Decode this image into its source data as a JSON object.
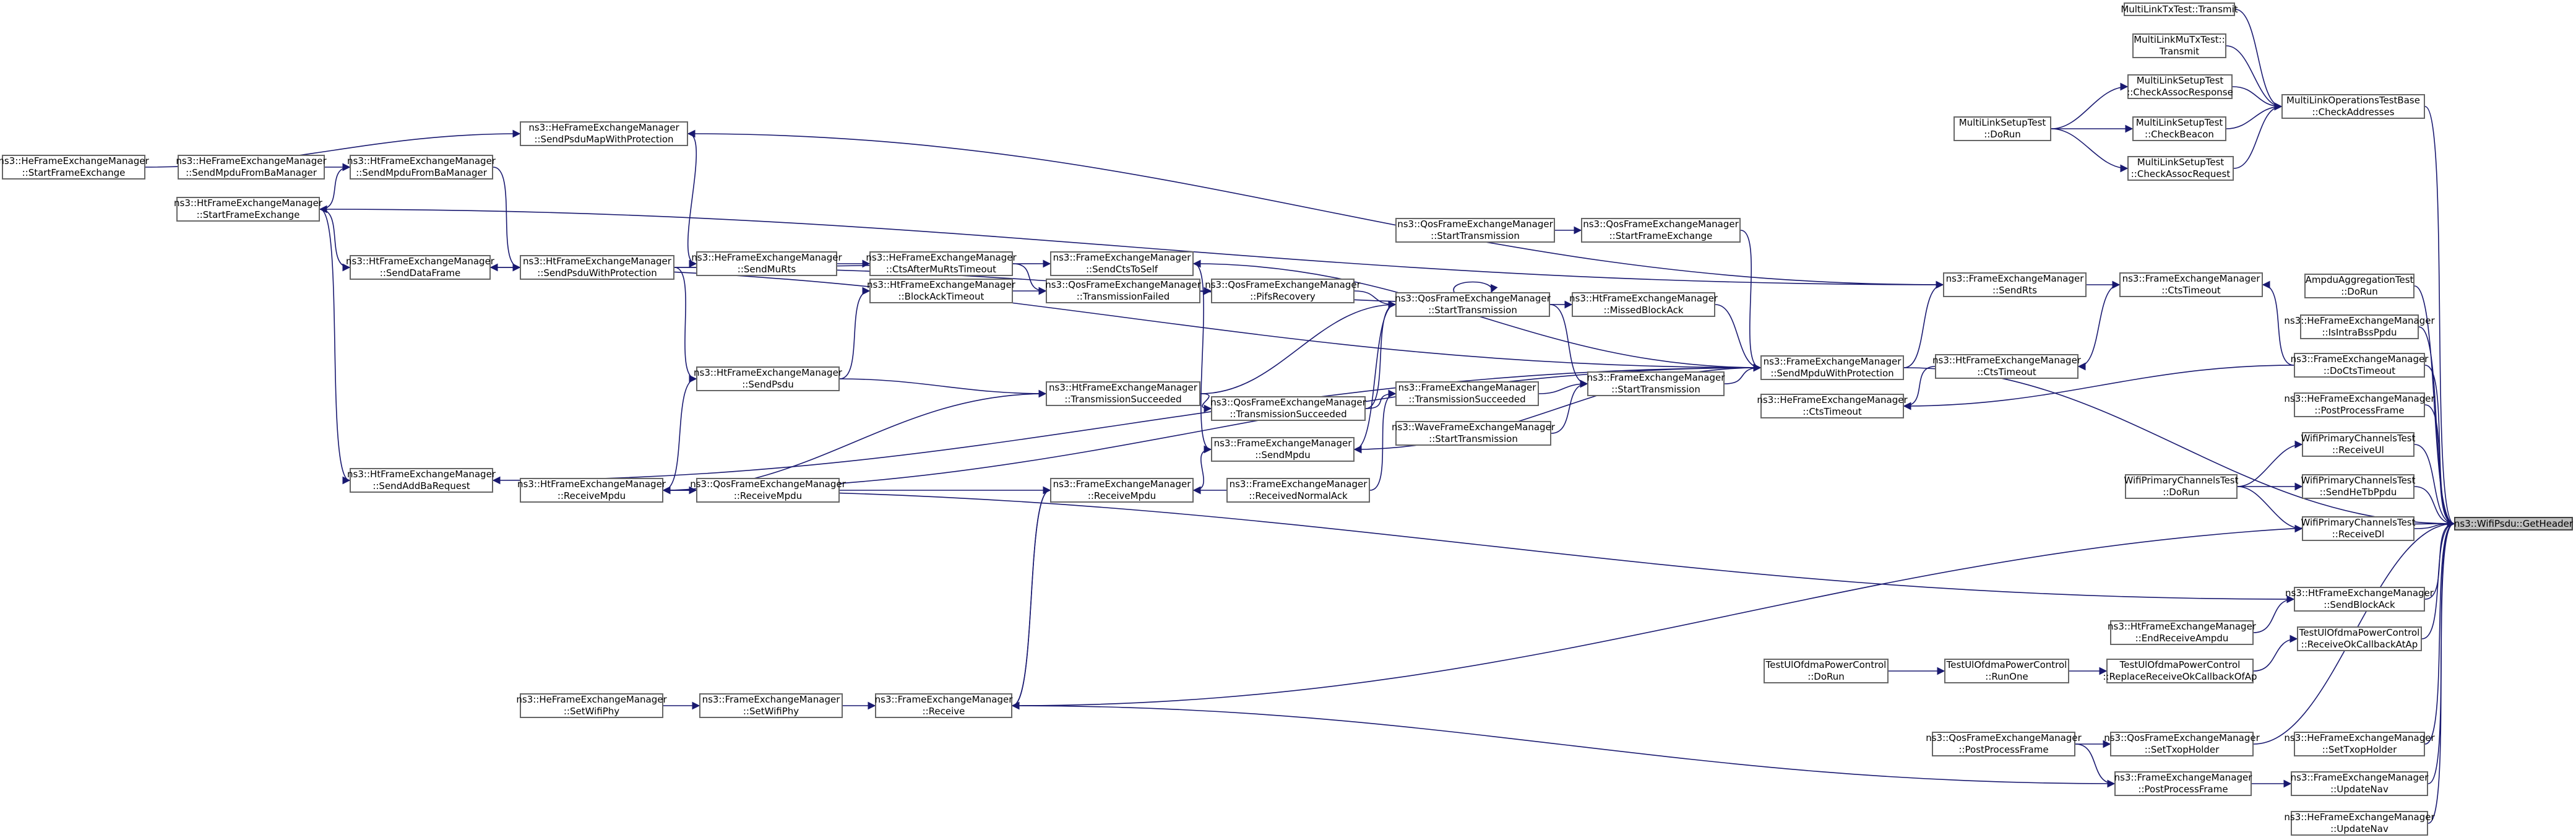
{
  "diagram": {
    "type": "call-graph",
    "root": "gethdr",
    "nodes": [
      {
        "id": "gethdr",
        "lines": [
          "ns3::WifiPsdu::GetHeader"
        ]
      },
      {
        "id": "mlotx",
        "lines": [
          "MultiLinkTxTest::Transmit"
        ]
      },
      {
        "id": "mlmutx",
        "lines": [
          "MultiLinkMuTxTest::",
          "Transmit"
        ]
      },
      {
        "id": "mlsassocresp",
        "lines": [
          "MultiLinkSetupTest",
          "::CheckAssocResponse"
        ]
      },
      {
        "id": "mlsdorun",
        "lines": [
          "MultiLinkSetupTest",
          "::DoRun"
        ]
      },
      {
        "id": "mlsbeacon",
        "lines": [
          "MultiLinkSetupTest",
          "::CheckBeacon"
        ]
      },
      {
        "id": "mlsassocreq",
        "lines": [
          "MultiLinkSetupTest",
          "::CheckAssocRequest"
        ]
      },
      {
        "id": "mlocheck",
        "lines": [
          "MultiLinkOperationsTestBase",
          "::CheckAddresses"
        ]
      },
      {
        "id": "heStartFe",
        "lines": [
          "ns3::HeFrameExchangeManager",
          "::StartFrameExchange"
        ]
      },
      {
        "id": "heSendMpduBa",
        "lines": [
          "ns3::HeFrameExchangeManager",
          "::SendMpduFromBaManager"
        ]
      },
      {
        "id": "htSendMpduBa",
        "lines": [
          "ns3::HtFrameExchangeManager",
          "::SendMpduFromBaManager"
        ]
      },
      {
        "id": "htStartFe",
        "lines": [
          "ns3::HtFrameExchangeManager",
          "::StartFrameExchange"
        ]
      },
      {
        "id": "heSendPsduMap",
        "lines": [
          "ns3::HeFrameExchangeManager",
          "::SendPsduMapWithProtection"
        ]
      },
      {
        "id": "htSendDataFrame",
        "lines": [
          "ns3::HtFrameExchangeManager",
          "::SendDataFrame"
        ]
      },
      {
        "id": "htSendPsduProt",
        "lines": [
          "ns3::HtFrameExchangeManager",
          "::SendPsduWithProtection"
        ]
      },
      {
        "id": "heSendMuRts",
        "lines": [
          "ns3::HeFrameExchangeManager",
          "::SendMuRts"
        ]
      },
      {
        "id": "heCtsAfterMuRts",
        "lines": [
          "ns3::HeFrameExchangeManager",
          "::CtsAfterMuRtsTimeout"
        ]
      },
      {
        "id": "feSendCtsToSelf",
        "lines": [
          "ns3::FrameExchangeManager",
          "::SendCtsToSelf"
        ]
      },
      {
        "id": "qosStartTx1",
        "lines": [
          "ns3::QosFrameExchangeManager",
          "::StartTransmission"
        ]
      },
      {
        "id": "qosStartFe",
        "lines": [
          "ns3::QosFrameExchangeManager",
          "::StartFrameExchange"
        ]
      },
      {
        "id": "htMissedBlockAck",
        "lines": [
          "ns3::HtFrameExchangeManager",
          "::MissedBlockAck"
        ]
      },
      {
        "id": "htBlockAckTimeout",
        "lines": [
          "ns3::HtFrameExchangeManager",
          "::BlockAckTimeout"
        ]
      },
      {
        "id": "qosTxFailed",
        "lines": [
          "ns3::QosFrameExchangeManager",
          "::TransmissionFailed"
        ]
      },
      {
        "id": "qosPifs",
        "lines": [
          "ns3::QosFrameExchangeManager",
          "::PifsRecovery"
        ]
      },
      {
        "id": "qosStartTx2",
        "lines": [
          "ns3::QosFrameExchangeManager",
          "::StartTransmission"
        ]
      },
      {
        "id": "htSendPsdu",
        "lines": [
          "ns3::HtFrameExchangeManager",
          "::SendPsdu"
        ]
      },
      {
        "id": "htTxSucceeded",
        "lines": [
          "ns3::HtFrameExchangeManager",
          "::TransmissionSucceeded"
        ]
      },
      {
        "id": "qosTxSucceeded",
        "lines": [
          "ns3::QosFrameExchangeManager",
          "::TransmissionSucceeded"
        ]
      },
      {
        "id": "feTxSucceeded",
        "lines": [
          "ns3::FrameExchangeManager",
          "::TransmissionSucceeded"
        ]
      },
      {
        "id": "feStartTx",
        "lines": [
          "ns3::FrameExchangeManager",
          "::StartTransmission"
        ]
      },
      {
        "id": "waveStartTx",
        "lines": [
          "ns3::WaveFrameExchangeManager",
          "::StartTransmission"
        ]
      },
      {
        "id": "feSendMpdu",
        "lines": [
          "ns3::FrameExchangeManager",
          "::SendMpdu"
        ]
      },
      {
        "id": "htSendAddBa",
        "lines": [
          "ns3::HtFrameExchangeManager",
          "::SendAddBaRequest"
        ]
      },
      {
        "id": "htReceiveMpdu",
        "lines": [
          "ns3::HtFrameExchangeManager",
          "::ReceiveMpdu"
        ]
      },
      {
        "id": "qosReceiveMpdu",
        "lines": [
          "ns3::QosFrameExchangeManager",
          "::ReceiveMpdu"
        ]
      },
      {
        "id": "feReceiveMpdu",
        "lines": [
          "ns3::FrameExchangeManager",
          "::ReceiveMpdu"
        ]
      },
      {
        "id": "feReceivedNormalAck",
        "lines": [
          "ns3::FrameExchangeManager",
          "::ReceivedNormalAck"
        ]
      },
      {
        "id": "feSendMpduProt",
        "lines": [
          "ns3::FrameExchangeManager",
          "::SendMpduWithProtection"
        ]
      },
      {
        "id": "heCtsTimeout",
        "lines": [
          "ns3::HeFrameExchangeManager",
          "::CtsTimeout"
        ]
      },
      {
        "id": "feSendRts",
        "lines": [
          "ns3::FrameExchangeManager",
          "::SendRts"
        ]
      },
      {
        "id": "htCtsTimeout",
        "lines": [
          "ns3::HtFrameExchangeManager",
          "::CtsTimeout"
        ]
      },
      {
        "id": "feCtsTimeout",
        "lines": [
          "ns3::FrameExchangeManager",
          "::CtsTimeout"
        ]
      },
      {
        "id": "ampduDoRun",
        "lines": [
          "AmpduAggregationTest",
          "::DoRun"
        ]
      },
      {
        "id": "heIsIntraBss",
        "lines": [
          "ns3::HeFrameExchangeManager",
          "::IsIntraBssPpdu"
        ]
      },
      {
        "id": "feDoCtsTimeout",
        "lines": [
          "ns3::FrameExchangeManager",
          "::DoCtsTimeout"
        ]
      },
      {
        "id": "hePostProcess",
        "lines": [
          "ns3::HeFrameExchangeManager",
          "::PostProcessFrame"
        ]
      },
      {
        "id": "wpcReceiveUl",
        "lines": [
          "WifiPrimaryChannelsTest",
          "::ReceiveUl"
        ]
      },
      {
        "id": "wpcDoRun",
        "lines": [
          "WifiPrimaryChannelsTest",
          "::DoRun"
        ]
      },
      {
        "id": "wpcSendHeTb",
        "lines": [
          "WifiPrimaryChannelsTest",
          "::SendHeTbPpdu"
        ]
      },
      {
        "id": "wpcReceiveDl",
        "lines": [
          "WifiPrimaryChannelsTest",
          "::ReceiveDl"
        ]
      },
      {
        "id": "htSendBlockAck",
        "lines": [
          "ns3::HtFrameExchangeManager",
          "::SendBlockAck"
        ]
      },
      {
        "id": "htEndReceiveAmpdu",
        "lines": [
          "ns3::HtFrameExchangeManager",
          "::EndReceiveAmpdu"
        ]
      },
      {
        "id": "tulReceiveOk",
        "lines": [
          "TestUlOfdmaPowerControl",
          "::ReceiveOkCallbackAtAp"
        ]
      },
      {
        "id": "tulDoRun",
        "lines": [
          "TestUlOfdmaPowerControl",
          "::DoRun"
        ]
      },
      {
        "id": "tulRunOne",
        "lines": [
          "TestUlOfdmaPowerControl",
          "::RunOne"
        ]
      },
      {
        "id": "tulReplace",
        "lines": [
          "TestUlOfdmaPowerControl",
          "::ReplaceReceiveOkCallbackOfAp"
        ]
      },
      {
        "id": "heSetWifiPhy",
        "lines": [
          "ns3::HeFrameExchangeManager",
          "::SetWifiPhy"
        ]
      },
      {
        "id": "feSetWifiPhy",
        "lines": [
          "ns3::FrameExchangeManager",
          "::SetWifiPhy"
        ]
      },
      {
        "id": "feReceive",
        "lines": [
          "ns3::FrameExchangeManager",
          "::Receive"
        ]
      },
      {
        "id": "qosPostProcess",
        "lines": [
          "ns3::QosFrameExchangeManager",
          "::PostProcessFrame"
        ]
      },
      {
        "id": "qosSetTxop",
        "lines": [
          "ns3::QosFrameExchangeManager",
          "::SetTxopHolder"
        ]
      },
      {
        "id": "heSetTxop",
        "lines": [
          "ns3::HeFrameExchangeManager",
          "::SetTxopHolder"
        ]
      },
      {
        "id": "fePostProcess",
        "lines": [
          "ns3::FrameExchangeManager",
          "::PostProcessFrame"
        ]
      },
      {
        "id": "feUpdateNav",
        "lines": [
          "ns3::FrameExchangeManager",
          "::UpdateNav"
        ]
      },
      {
        "id": "heUpdateNav",
        "lines": [
          "ns3::HeFrameExchangeManager",
          "::UpdateNav"
        ]
      }
    ],
    "edges": [
      [
        "mlotx",
        "mlocheck"
      ],
      [
        "mlmutx",
        "mlocheck"
      ],
      [
        "mlsassocresp",
        "mlocheck"
      ],
      [
        "mlsbeacon",
        "mlocheck"
      ],
      [
        "mlsassocreq",
        "mlocheck"
      ],
      [
        "mlsdorun",
        "mlsassocresp"
      ],
      [
        "mlsdorun",
        "mlsbeacon"
      ],
      [
        "mlsdorun",
        "mlsassocreq"
      ],
      [
        "mlocheck",
        "gethdr"
      ],
      [
        "heSendMpduBa",
        "htSendMpduBa"
      ],
      [
        "htStartFe",
        "htSendMpduBa"
      ],
      [
        "heStartFe",
        "heSendPsduMap"
      ],
      [
        "htSendMpduBa",
        "htSendPsduProt"
      ],
      [
        "htStartFe",
        "htSendDataFrame"
      ],
      [
        "htStartFe",
        "htSendAddBa"
      ],
      [
        "htSendDataFrame",
        "htSendPsduProt"
      ],
      [
        "heSendPsduMap",
        "heSendMuRts"
      ],
      [
        "heSendMuRts",
        "heCtsAfterMuRts"
      ],
      [
        "heCtsAfterMuRts",
        "qosTxFailed"
      ],
      [
        "htSendPsduProt",
        "htSendPsdu"
      ],
      [
        "htSendPsduProt",
        "feSendCtsToSelf"
      ],
      [
        "htSendPsduProt",
        "htMissedBlockAck"
      ],
      [
        "htSendPsdu",
        "htBlockAckTimeout"
      ],
      [
        "htSendPsdu",
        "htTxSucceeded"
      ],
      [
        "htSendPsdu",
        "htReceiveMpdu"
      ],
      [
        "htBlockAckTimeout",
        "qosTxFailed"
      ],
      [
        "qosTxFailed",
        "qosPifs"
      ],
      [
        "qosPifs",
        "qosStartTx2"
      ],
      [
        "htTxSucceeded",
        "qosTxSucceeded"
      ],
      [
        "htTxSucceeded",
        "qosStartTx2"
      ],
      [
        "htTxSucceeded",
        "htReceiveMpdu"
      ],
      [
        "qosTxSucceeded",
        "feTxSucceeded"
      ],
      [
        "qosTxSucceeded",
        "qosStartTx2"
      ],
      [
        "qosStartTx1",
        "qosStartFe"
      ],
      [
        "qosStartTx2",
        "qosStartTx2"
      ],
      [
        "qosStartTx2",
        "feStartTx"
      ],
      [
        "qosStartTx2",
        "feSendMpdu"
      ],
      [
        "feTxSucceeded",
        "feStartTx"
      ],
      [
        "waveStartTx",
        "feStartTx"
      ],
      [
        "feSendCtsToSelf",
        "feSendMpdu"
      ],
      [
        "feStartTx",
        "feSendMpduProt"
      ],
      [
        "qosStartFe",
        "feSendMpduProt"
      ],
      [
        "htMissedBlockAck",
        "feSendMpduProt"
      ],
      [
        "feSendMpdu",
        "feReceiveMpdu"
      ],
      [
        "feReceivedNormalAck",
        "feReceiveMpdu"
      ],
      [
        "feReceivedNormalAck",
        "feTxSucceeded"
      ],
      [
        "htReceiveMpdu",
        "qosReceiveMpdu"
      ],
      [
        "qosReceiveMpdu",
        "feReceiveMpdu"
      ],
      [
        "feReceiveMpdu",
        "feReceive"
      ],
      [
        "feSendMpduProt",
        "feSendRts"
      ],
      [
        "feSendMpduProt",
        "feSendCtsToSelf"
      ],
      [
        "feSendMpduProt",
        "feSendMpdu"
      ],
      [
        "feSendMpduProt",
        "htSendDataFrame"
      ],
      [
        "feSendMpduProt",
        "htReceiveMpdu"
      ],
      [
        "feSendMpduProt",
        "htSendAddBa"
      ],
      [
        "feSendRts",
        "heSendPsduMap"
      ],
      [
        "feSendRts",
        "htStartFe"
      ],
      [
        "feSendRts",
        "feCtsTimeout"
      ],
      [
        "feCtsTimeout",
        "htCtsTimeout"
      ],
      [
        "htCtsTimeout",
        "heCtsTimeout"
      ],
      [
        "feDoCtsTimeout",
        "feCtsTimeout"
      ],
      [
        "feDoCtsTimeout",
        "heCtsTimeout"
      ],
      [
        "feSendMpduProt",
        "gethdr"
      ],
      [
        "ampduDoRun",
        "gethdr"
      ],
      [
        "heIsIntraBss",
        "gethdr"
      ],
      [
        "feDoCtsTimeout",
        "gethdr"
      ],
      [
        "hePostProcess",
        "gethdr"
      ],
      [
        "wpcReceiveUl",
        "gethdr"
      ],
      [
        "wpcSendHeTb",
        "gethdr"
      ],
      [
        "wpcReceiveDl",
        "gethdr"
      ],
      [
        "wpcDoRun",
        "wpcReceiveUl"
      ],
      [
        "wpcDoRun",
        "wpcSendHeTb"
      ],
      [
        "wpcDoRun",
        "wpcReceiveDl"
      ],
      [
        "htSendBlockAck",
        "gethdr"
      ],
      [
        "htSendBlockAck",
        "htReceiveMpdu"
      ],
      [
        "htEndReceiveAmpdu",
        "htSendBlockAck"
      ],
      [
        "tulReceiveOk",
        "gethdr"
      ],
      [
        "tulReplace",
        "tulReceiveOk"
      ],
      [
        "tulRunOne",
        "tulReplace"
      ],
      [
        "tulDoRun",
        "tulRunOne"
      ],
      [
        "feReceive",
        "gethdr"
      ],
      [
        "feReceive",
        "feReceiveMpdu"
      ],
      [
        "heSetWifiPhy",
        "feSetWifiPhy"
      ],
      [
        "feSetWifiPhy",
        "feReceive"
      ],
      [
        "qosSetTxop",
        "gethdr"
      ],
      [
        "qosPostProcess",
        "qosSetTxop"
      ],
      [
        "qosPostProcess",
        "fePostProcess"
      ],
      [
        "heSetTxop",
        "gethdr"
      ],
      [
        "fePostProcess",
        "feUpdateNav"
      ],
      [
        "feUpdateNav",
        "gethdr"
      ],
      [
        "heUpdateNav",
        "gethdr"
      ],
      [
        "fePostProcess",
        "feReceive"
      ]
    ],
    "colors": {
      "edge": "#191970",
      "node_border": "#666666",
      "root_fill": "#bfbfbf"
    }
  }
}
